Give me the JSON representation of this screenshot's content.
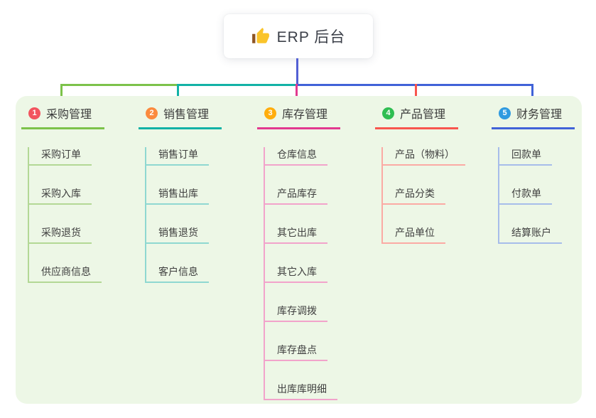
{
  "root": {
    "label": "ERP 后台",
    "icon": "thumbs-up"
  },
  "colors": {
    "root_line": "#5360d4",
    "bus_green": "#7cc24a",
    "bus_teal": "#12b2a6",
    "bus_blue": "#4062d8",
    "drop_magenta": "#e2398f",
    "drop_red": "#f8554e",
    "panel_bg": "#edf7e6"
  },
  "branches": [
    {
      "number": "1",
      "title": "采购管理",
      "badge_color": "#f2545f",
      "line_color": "#7cc24a",
      "child_line_color": "#b3d895",
      "children": [
        "采购订单",
        "采购入库",
        "采购退货",
        "供应商信息"
      ]
    },
    {
      "number": "2",
      "title": "销售管理",
      "badge_color": "#fb8a3e",
      "line_color": "#12b2a6",
      "child_line_color": "#8fd8d1",
      "children": [
        "销售订单",
        "销售出库",
        "销售退货",
        "客户信息"
      ]
    },
    {
      "number": "3",
      "title": "库存管理",
      "badge_color": "#ffad0d",
      "line_color": "#e2398f",
      "child_line_color": "#f2a3cb",
      "children": [
        "仓库信息",
        "产品库存",
        "其它出库",
        "其它入库",
        "库存调拨",
        "库存盘点",
        "出库库明细"
      ]
    },
    {
      "number": "4",
      "title": "产品管理",
      "badge_color": "#2fbe52",
      "line_color": "#f8554e",
      "child_line_color": "#fbaaa4",
      "children": [
        "产品（物料）",
        "产品分类",
        "产品单位"
      ]
    },
    {
      "number": "5",
      "title": "财务管理",
      "badge_color": "#2f9ae0",
      "line_color": "#4062d8",
      "child_line_color": "#a7bdea",
      "children": [
        "回款单",
        "付款单",
        "结算账户"
      ]
    }
  ]
}
